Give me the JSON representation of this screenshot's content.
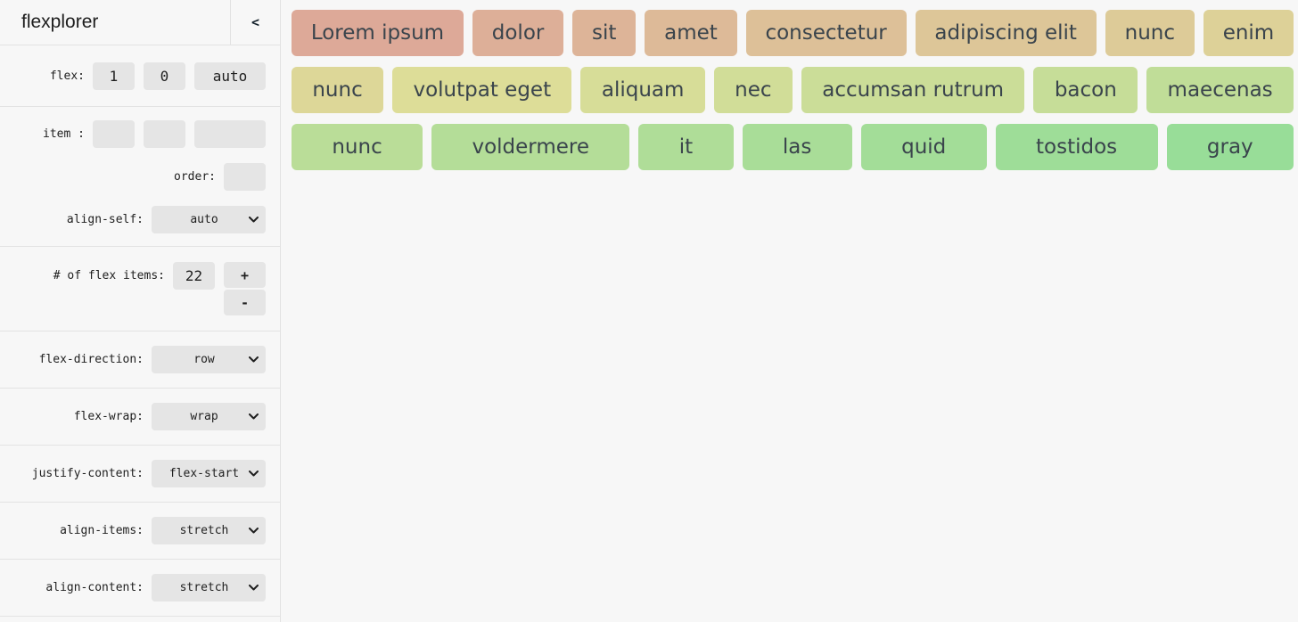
{
  "app": {
    "title": "flexplorer",
    "collapse_label": "<"
  },
  "sidebar": {
    "flex_row": {
      "label": "flex:",
      "grow": "1",
      "shrink": "0",
      "basis": "auto"
    },
    "item_row": {
      "label": "item :",
      "grow": "",
      "shrink": "",
      "basis": ""
    },
    "order_row": {
      "label": "order:",
      "value": ""
    },
    "align_self_row": {
      "label": "align-self:",
      "value": "auto"
    },
    "count_row": {
      "label": "# of flex items:",
      "value": "22",
      "increment_label": "+",
      "decrement_label": "-"
    },
    "selects": [
      {
        "label": "flex-direction:",
        "value": "row"
      },
      {
        "label": "flex-wrap:",
        "value": "wrap"
      },
      {
        "label": "justify-content:",
        "value": "flex-start"
      },
      {
        "label": "align-items:",
        "value": "stretch"
      },
      {
        "label": "align-content:",
        "value": "stretch"
      }
    ]
  },
  "main": {
    "items": [
      {
        "label": "Lorem ipsum",
        "color": "#dda998"
      },
      {
        "label": "dolor",
        "color": "#ddaf98"
      },
      {
        "label": "sit",
        "color": "#ddb498"
      },
      {
        "label": "amet",
        "color": "#ddba98"
      },
      {
        "label": "consectetur",
        "color": "#ddc098"
      },
      {
        "label": "adipiscing elit",
        "color": "#ddc698"
      },
      {
        "label": "nunc",
        "color": "#ddcb98"
      },
      {
        "label": "enim",
        "color": "#ddd198"
      },
      {
        "label": "nunc",
        "color": "#ddd798"
      },
      {
        "label": "volutpat eget",
        "color": "#dddd98"
      },
      {
        "label": "aliquam",
        "color": "#d7dd98"
      },
      {
        "label": "nec",
        "color": "#d1dd98"
      },
      {
        "label": "accumsan rutrum",
        "color": "#cbdd98"
      },
      {
        "label": "bacon",
        "color": "#c6dd98"
      },
      {
        "label": "maecenas",
        "color": "#c0dd98"
      },
      {
        "label": "nunc",
        "color": "#badd98"
      },
      {
        "label": "voldermere",
        "color": "#b4dd98"
      },
      {
        "label": "it",
        "color": "#afdd98"
      },
      {
        "label": "las",
        "color": "#a9dd98"
      },
      {
        "label": "quid",
        "color": "#a3dd98"
      },
      {
        "label": "tostidos",
        "color": "#9edd98"
      },
      {
        "label": "gray",
        "color": "#98dd98"
      }
    ]
  },
  "colors": {
    "background": "#f7f7f7",
    "control_bg": "#e5e5e5",
    "border": "#e2e2e2",
    "item_text": "#3a444c"
  }
}
